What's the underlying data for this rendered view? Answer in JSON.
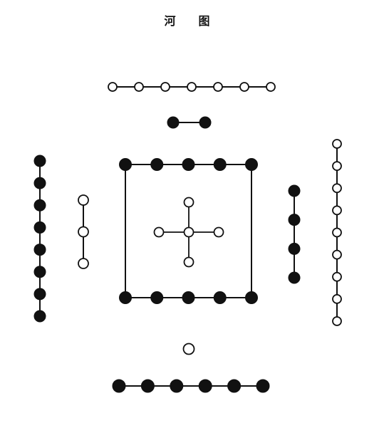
{
  "title": [
    "河",
    "图"
  ],
  "colors": {
    "ink": "#111111",
    "paper": "#ffffff"
  },
  "groups": [
    {
      "id": "north-outer",
      "count": 7,
      "color": "white"
    },
    {
      "id": "north-inner",
      "count": 2,
      "color": "black"
    },
    {
      "id": "west-outer",
      "count": 8,
      "color": "black"
    },
    {
      "id": "west-inner",
      "count": 3,
      "color": "white"
    },
    {
      "id": "center-square-top",
      "count": 5,
      "color": "black"
    },
    {
      "id": "center-square-bottom",
      "count": 5,
      "color": "black"
    },
    {
      "id": "center-cross",
      "count": 5,
      "color": "white"
    },
    {
      "id": "east-inner",
      "count": 4,
      "color": "black"
    },
    {
      "id": "east-outer",
      "count": 9,
      "color": "white"
    },
    {
      "id": "south-inner",
      "count": 1,
      "color": "white"
    },
    {
      "id": "south-outer",
      "count": 6,
      "color": "black"
    }
  ]
}
